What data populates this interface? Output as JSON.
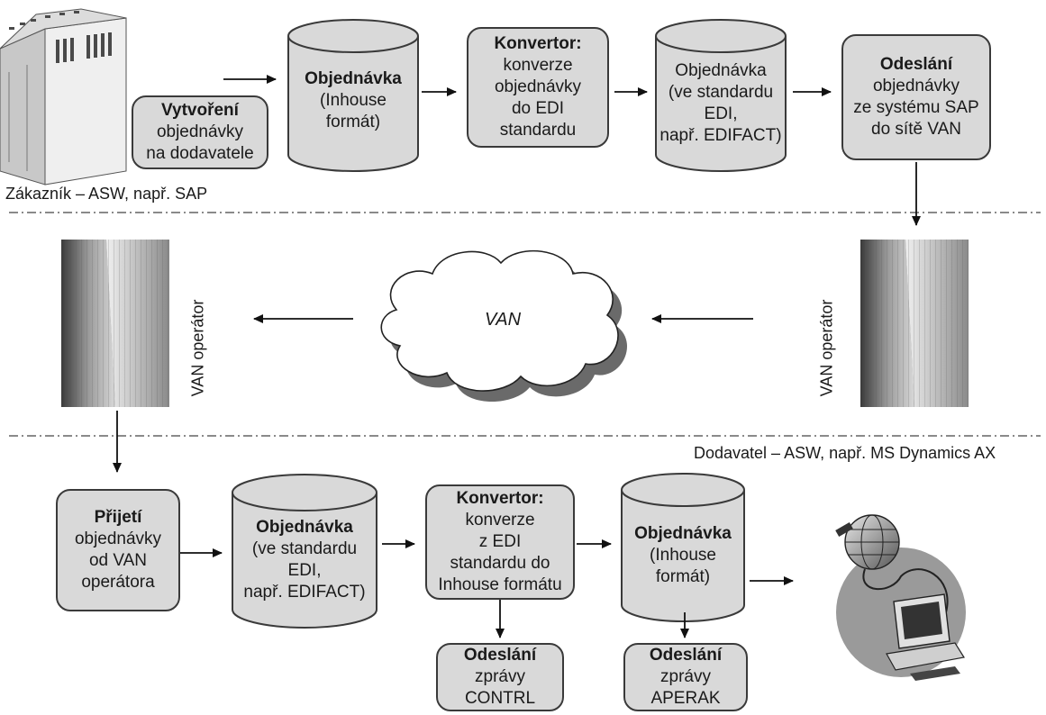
{
  "top": {
    "customer_label": "Zákazník – ASW, např. SAP",
    "create_box": {
      "title": "Vytvoření",
      "line1": "objednávky",
      "line2": "na dodavatele"
    },
    "order_inhouse": {
      "title": "Objednávka",
      "line1": "(Inhouse",
      "line2": "formát)"
    },
    "converter": {
      "title": "Konvertor:",
      "line1": "konverze",
      "line2": "objednávky",
      "line3": "do EDI",
      "line4": "standardu"
    },
    "order_edi": {
      "line0": "Objednávka",
      "line1": "(ve standardu",
      "line2": "EDI,",
      "line3": "např. EDIFACT)"
    },
    "send_box": {
      "title": "Odeslání",
      "line1": "objednávky",
      "line2": "ze systému SAP",
      "line3": "do sítě VAN"
    }
  },
  "middle": {
    "van_operator_left": "VAN operátor",
    "van_operator_right": "VAN operátor",
    "cloud_label": "VAN"
  },
  "bottom": {
    "supplier_label": "Dodavatel – ASW, např. MS Dynamics AX",
    "receive_box": {
      "title": "Přijetí",
      "line1": "objednávky",
      "line2": "od VAN",
      "line3": "operátora"
    },
    "order_edi": {
      "title": "Objednávka",
      "line1": "(ve standardu",
      "line2": "EDI,",
      "line3": "např. EDIFACT)"
    },
    "converter": {
      "title": "Konvertor:",
      "line1": "konverze",
      "line2": "z EDI",
      "line3": "standardu do",
      "line4": "Inhouse formátu"
    },
    "order_inhouse": {
      "title": "Objednávka",
      "line1": "(Inhouse",
      "line2": "formát)"
    },
    "contrl_box": {
      "title": "Odeslání",
      "line1": "zprávy",
      "line2": "CONTRL"
    },
    "aperak_box": {
      "title": "Odeslání",
      "line1": "zprávy",
      "line2": "APERAK"
    }
  }
}
